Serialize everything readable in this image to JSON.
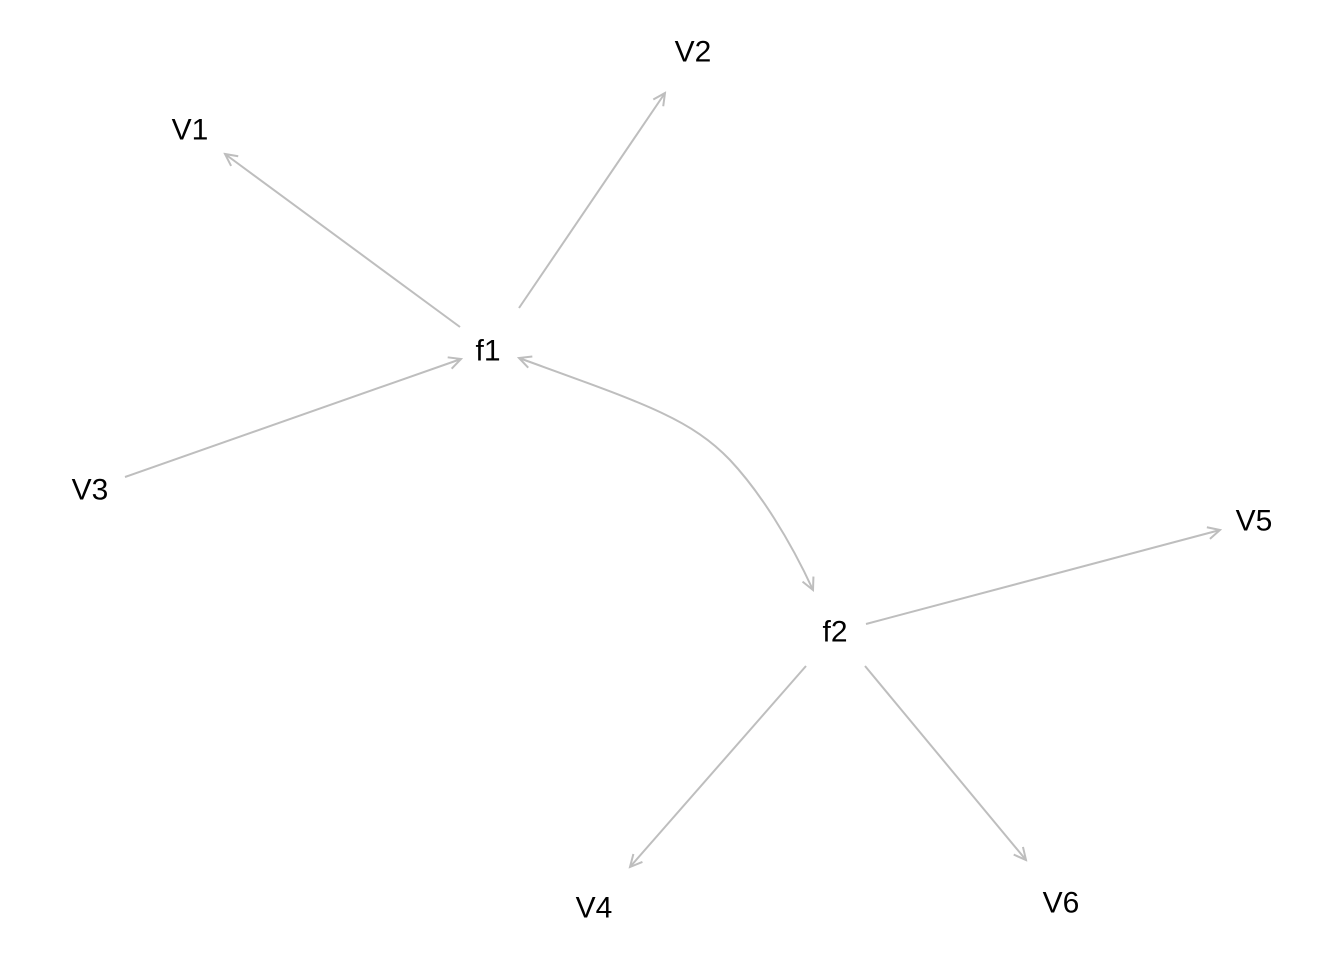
{
  "diagram": {
    "type": "path-diagram",
    "nodes": [
      {
        "id": "V1",
        "label": "V1"
      },
      {
        "id": "V2",
        "label": "V2"
      },
      {
        "id": "f1",
        "label": "f1"
      },
      {
        "id": "V3",
        "label": "V3"
      },
      {
        "id": "V5",
        "label": "V5"
      },
      {
        "id": "f2",
        "label": "f2"
      },
      {
        "id": "V4",
        "label": "V4"
      },
      {
        "id": "V6",
        "label": "V6"
      }
    ],
    "edges": [
      {
        "from": "f1",
        "to": "V1",
        "directed": true
      },
      {
        "from": "f1",
        "to": "V2",
        "directed": true
      },
      {
        "from": "V3",
        "to": "f1",
        "directed": true
      },
      {
        "from": "f1",
        "to": "f2",
        "bidirectional": true
      },
      {
        "from": "f2",
        "to": "V5",
        "directed": true
      },
      {
        "from": "f2",
        "to": "V4",
        "directed": true
      },
      {
        "from": "f2",
        "to": "V6",
        "directed": true
      }
    ],
    "edge_color": "#bebebe",
    "label_color": "#000000"
  }
}
